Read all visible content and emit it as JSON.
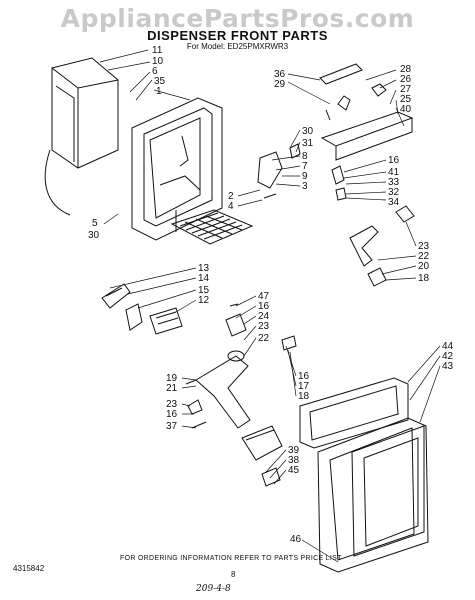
{
  "watermark": "AppliancePartsPros.com",
  "title": "DISPENSER FRONT PARTS",
  "model_line": "For Model: ED25PMXRWR3",
  "footer_note": "FOR ORDERING INFORMATION REFER TO PARTS PRICE LIST",
  "catalog_number": "4315842",
  "page_number": "8",
  "handwritten_code": "209-4-8",
  "callouts": {
    "upper_left": [
      "11",
      "10",
      "6",
      "35",
      "1"
    ],
    "left_side": [
      "5",
      "30"
    ],
    "upper_right": [
      "28",
      "26",
      "27",
      "25",
      "40"
    ],
    "upper_right_left": [
      "36",
      "29"
    ],
    "middle_column": [
      "30",
      "31",
      "8",
      "7",
      "9",
      "3",
      "2",
      "4"
    ],
    "right_middle": [
      "16",
      "41",
      "33",
      "32",
      "34"
    ],
    "far_right": [
      "23",
      "22",
      "20",
      "18"
    ],
    "left_middle": [
      "13",
      "14",
      "15",
      "12"
    ],
    "center_middle": [
      "47",
      "16",
      "24",
      "23",
      "22"
    ],
    "lower_left": [
      "19",
      "21",
      "23",
      "16",
      "37"
    ],
    "lower_center": [
      "16",
      "17",
      "18"
    ],
    "lower_right_top": [
      "44",
      "42",
      "43"
    ],
    "bottom_center": [
      "39",
      "38",
      "45"
    ],
    "bottom_right": [
      "46"
    ]
  }
}
